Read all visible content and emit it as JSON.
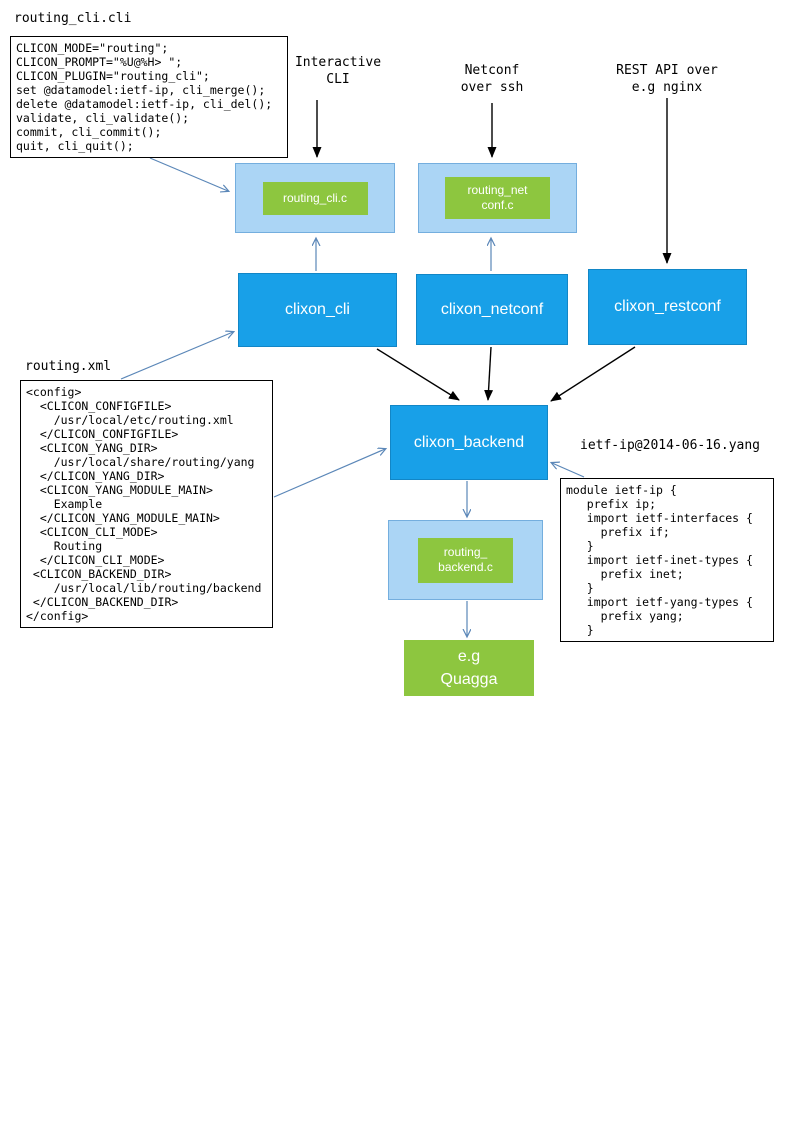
{
  "colors": {
    "node_blue": "#18a0e8",
    "node_blue_border": "#1286c6",
    "node_light_blue": "#abd5f5",
    "node_green": "#8dc63f",
    "arrow_blue": "#5b87b8"
  },
  "files": {
    "cli": {
      "title": "routing_cli.cli",
      "code": "CLICON_MODE=\"routing\";\nCLICON_PROMPT=\"%U@%H> \";\nCLICON_PLUGIN=\"routing_cli\";\nset @datamodel:ietf-ip, cli_merge();\ndelete @datamodel:ietf-ip, cli_del();\nvalidate, cli_validate();\ncommit, cli_commit();\nquit, cli_quit();"
    },
    "xml": {
      "title": "routing.xml",
      "code": "<config>\n  <CLICON_CONFIGFILE>\n    /usr/local/etc/routing.xml\n  </CLICON_CONFIGFILE>\n  <CLICON_YANG_DIR>\n    /usr/local/share/routing/yang\n  </CLICON_YANG_DIR>\n  <CLICON_YANG_MODULE_MAIN>\n    Example\n  </CLICON_YANG_MODULE_MAIN>\n  <CLICON_CLI_MODE>\n    Routing\n  </CLICON_CLI_MODE>\n <CLICON_BACKEND_DIR>\n    /usr/local/lib/routing/backend\n </CLICON_BACKEND_DIR>\n</config>"
    },
    "yang": {
      "title": "ietf-ip@2014-06-16.yang",
      "code": "module ietf-ip {\n   prefix ip;\n   import ietf-interfaces {\n     prefix if;\n   }\n   import ietf-inet-types {\n     prefix inet;\n   }\n   import ietf-yang-types {\n     prefix yang;\n   }"
    }
  },
  "labels": {
    "interactive_cli": "Interactive\nCLI",
    "netconf_ssh": "Netconf\nover ssh",
    "rest_api": "REST API over\ne.g nginx"
  },
  "nodes": {
    "routing_cli_c": "routing_cli.c",
    "routing_netconf_c": "routing_net\nconf.c",
    "clixon_cli": "clixon_cli",
    "clixon_netconf": "clixon_netconf",
    "clixon_restconf": "clixon_restconf",
    "clixon_backend": "clixon_backend",
    "routing_backend_c": "routing_\nbackend.c",
    "quagga": "e.g\nQuagga"
  }
}
